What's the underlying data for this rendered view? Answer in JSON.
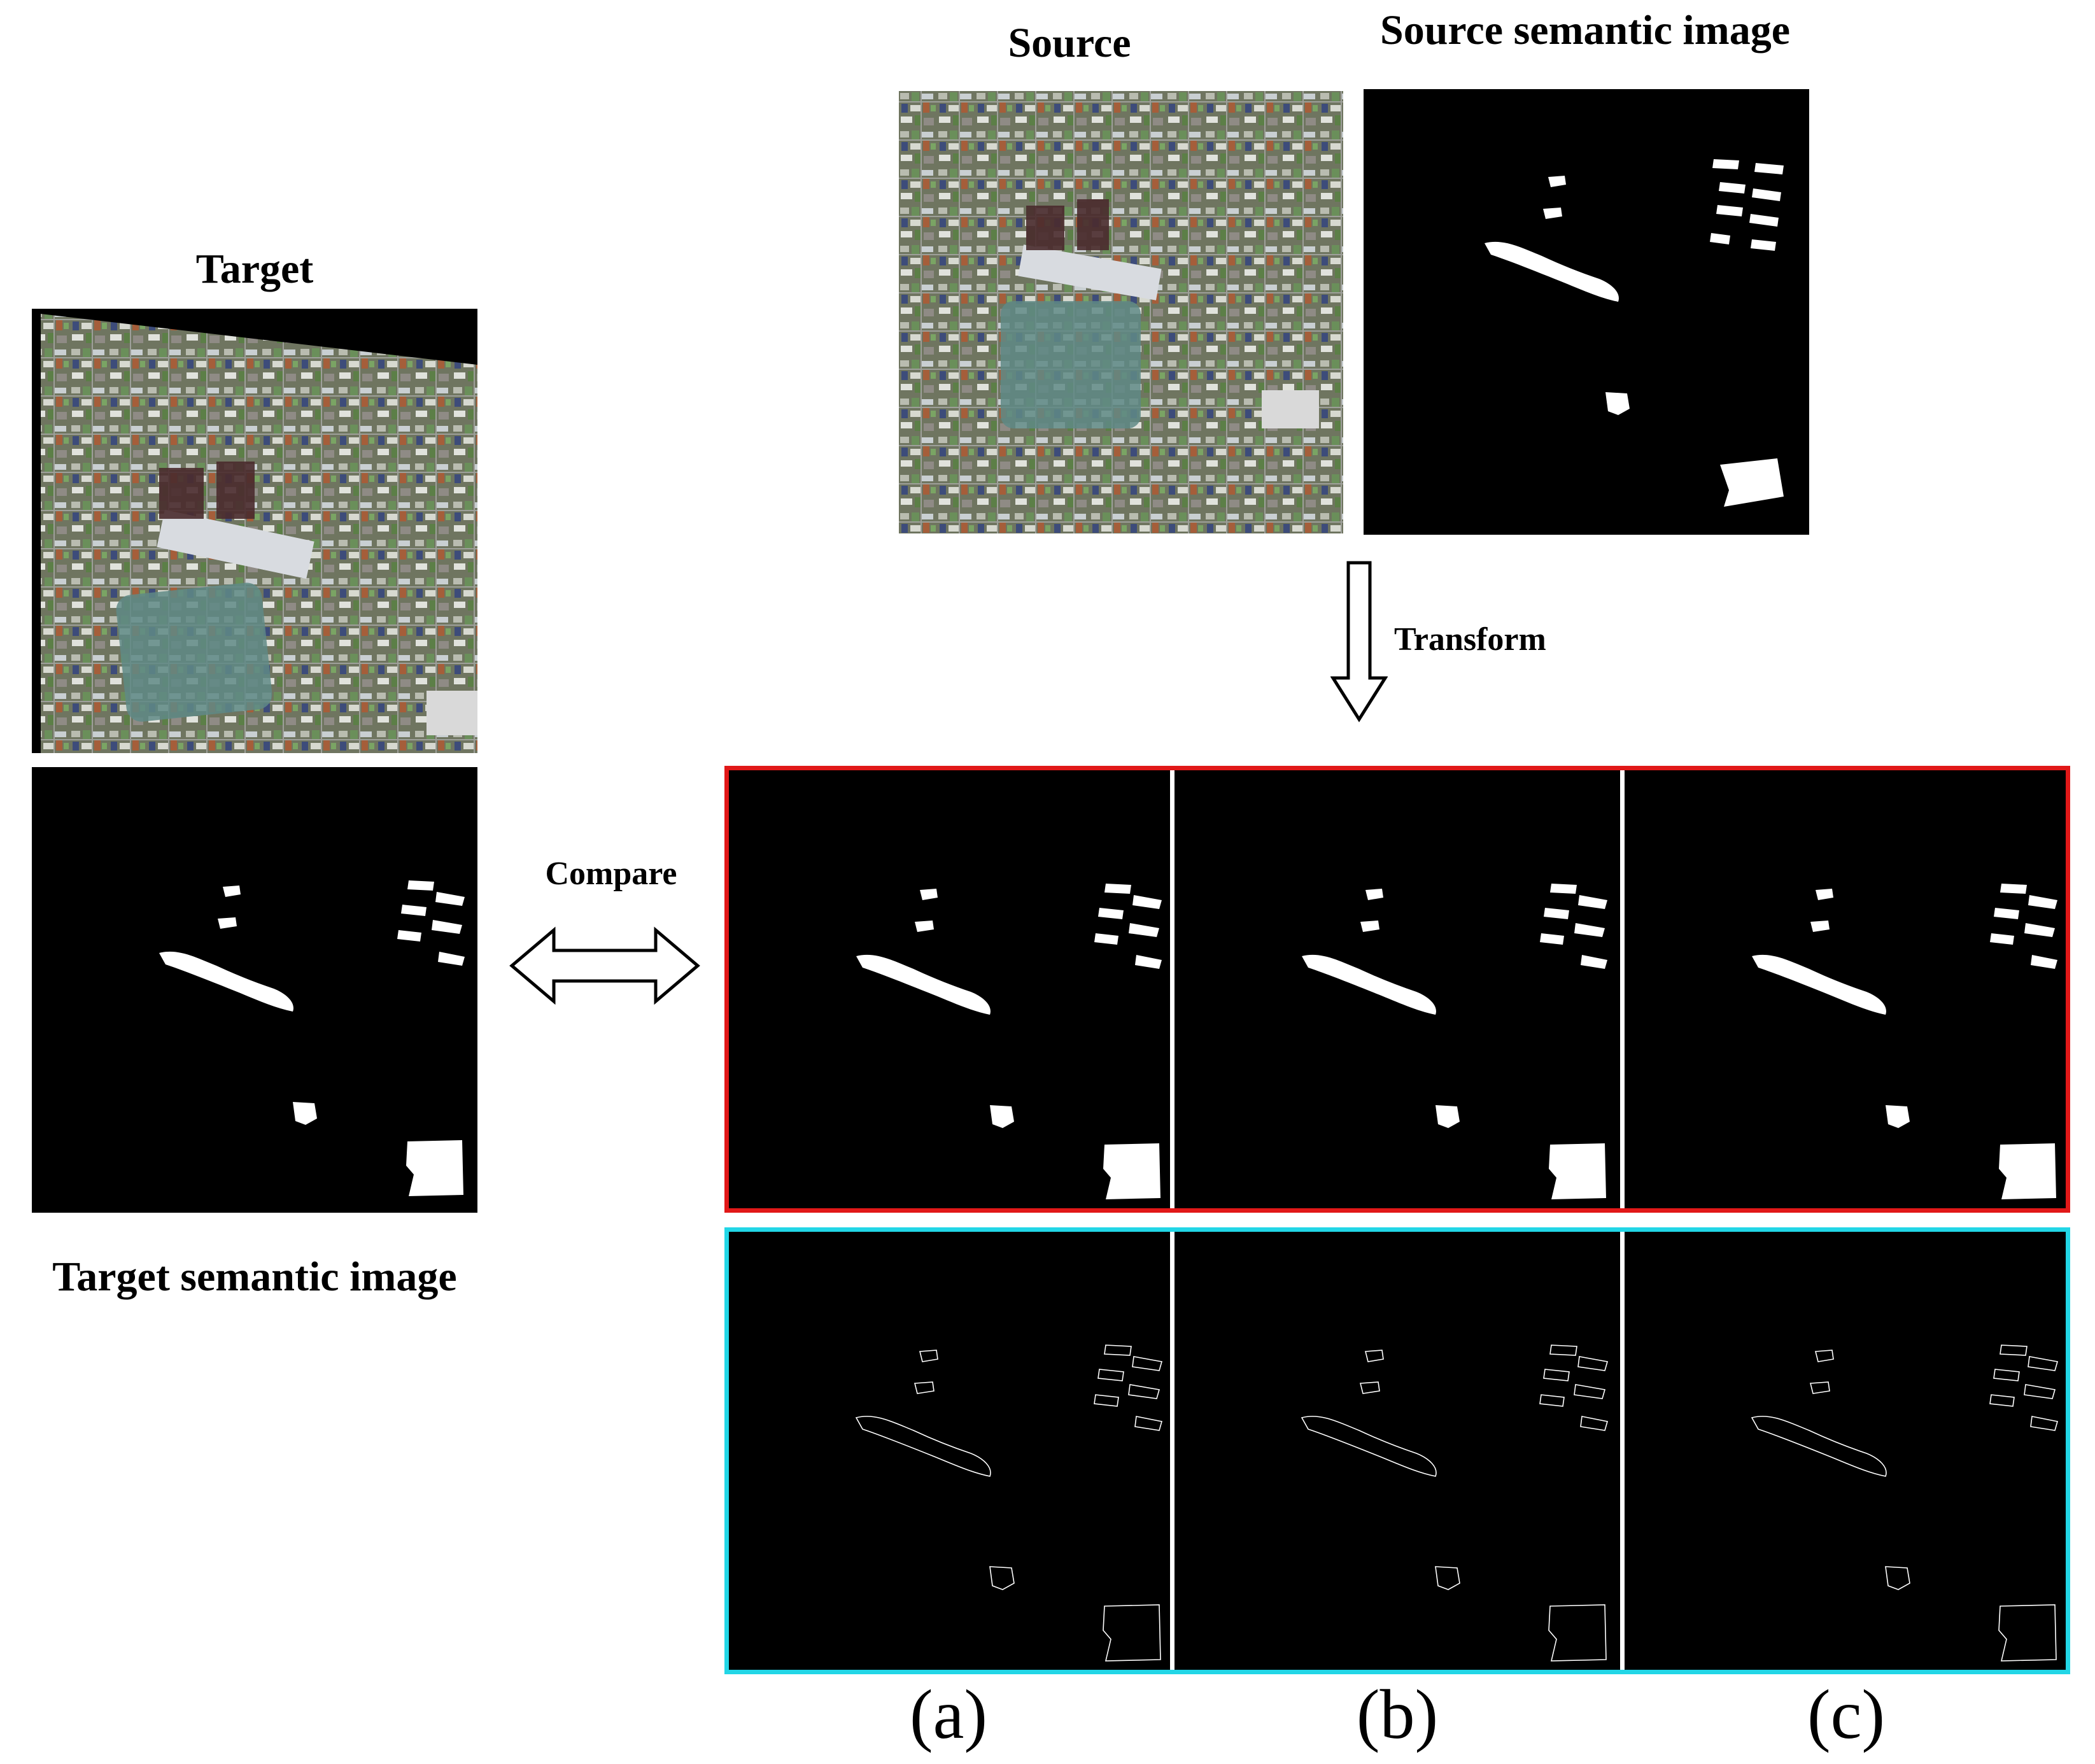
{
  "labels": {
    "source": "Source",
    "source_semantic": "Source semantic image",
    "target": "Target",
    "target_semantic": "Target semantic image",
    "transform": "Transform",
    "compare": "Compare",
    "panel_a": "(a)",
    "panel_b": "(b)",
    "panel_c": "(c)"
  },
  "colors": {
    "transformed_frame": "#e11818",
    "difference_frame": "#22d6e6",
    "mask_background": "#000000",
    "mask_foreground": "#ffffff"
  },
  "icons": {
    "transform_arrow": "down-arrow-icon",
    "compare_arrow": "double-headed-arrow-icon"
  }
}
